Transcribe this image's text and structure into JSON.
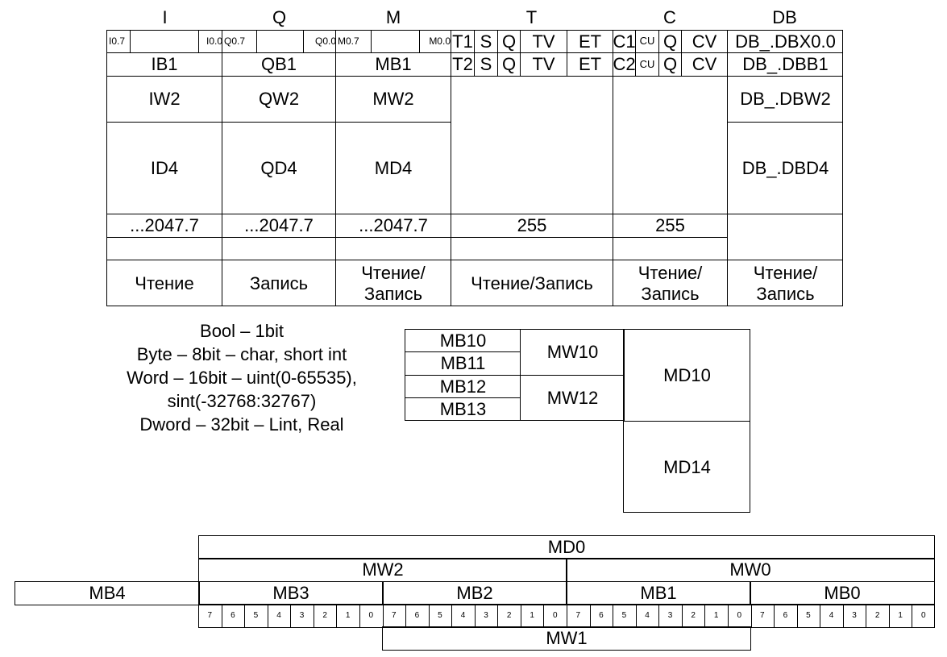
{
  "memory_table": {
    "areas": [
      "I",
      "Q",
      "M",
      "T",
      "C",
      "DB"
    ],
    "row_bits": {
      "I": {
        "hi": "I0.7",
        "lo": "I0.0"
      },
      "Q": {
        "hi": "Q0.7",
        "lo": "Q0.0"
      },
      "M": {
        "hi": "M0.7",
        "lo": "M0.0"
      },
      "T1": [
        "T1",
        "S",
        "Q",
        "TV",
        "ET"
      ],
      "C1": [
        "C1",
        "CU",
        "Q",
        "CV"
      ],
      "DB": "DB_.DBX0.0"
    },
    "row_byte": {
      "I": "IB1",
      "Q": "QB1",
      "M": "MB1",
      "T2": [
        "T2",
        "S",
        "Q",
        "TV",
        "ET"
      ],
      "C2": [
        "C2",
        "CU",
        "Q",
        "CV"
      ],
      "DB": "DB_.DBB1"
    },
    "row_word": {
      "I": "IW2",
      "Q": "QW2",
      "M": "MW2",
      "DB": "DB_.DBW2"
    },
    "row_dword": {
      "I": "ID4",
      "Q": "QD4",
      "M": "MD4",
      "DB": "DB_.DBD4"
    },
    "row_max": {
      "I": "...2047.7",
      "Q": "...2047.7",
      "M": "...2047.7",
      "T": "255",
      "C": "255"
    },
    "row_access": {
      "I": "Чтение",
      "Q": "Запись",
      "M": [
        "Чтение/",
        "Запись"
      ],
      "T": "Чтение/Запись",
      "C": [
        "Чтение/",
        "Запись"
      ],
      "DB": [
        "Чтение/",
        "Запись"
      ]
    }
  },
  "types": [
    "Bool – 1bit",
    "Byte – 8bit – char, short int",
    "Word – 16bit – uint(0-65535),",
    "sint(-32768:32767)",
    "Dword – 32bit – Lint, Real"
  ],
  "mem_diagram": {
    "bytes": [
      "MB10",
      "MB11",
      "MB12",
      "MB13"
    ],
    "words": [
      "MW10",
      "MW12"
    ],
    "dwords": [
      "MD10",
      "MD14"
    ]
  },
  "bit_diagram": {
    "dword": "MD0",
    "words": [
      "MW2",
      "MW0"
    ],
    "bytes": [
      "MB4",
      "MB3",
      "MB2",
      "MB1",
      "MB0"
    ],
    "bits": [
      "7",
      "6",
      "5",
      "4",
      "3",
      "2",
      "1",
      "0"
    ],
    "middle_word": "MW1"
  }
}
